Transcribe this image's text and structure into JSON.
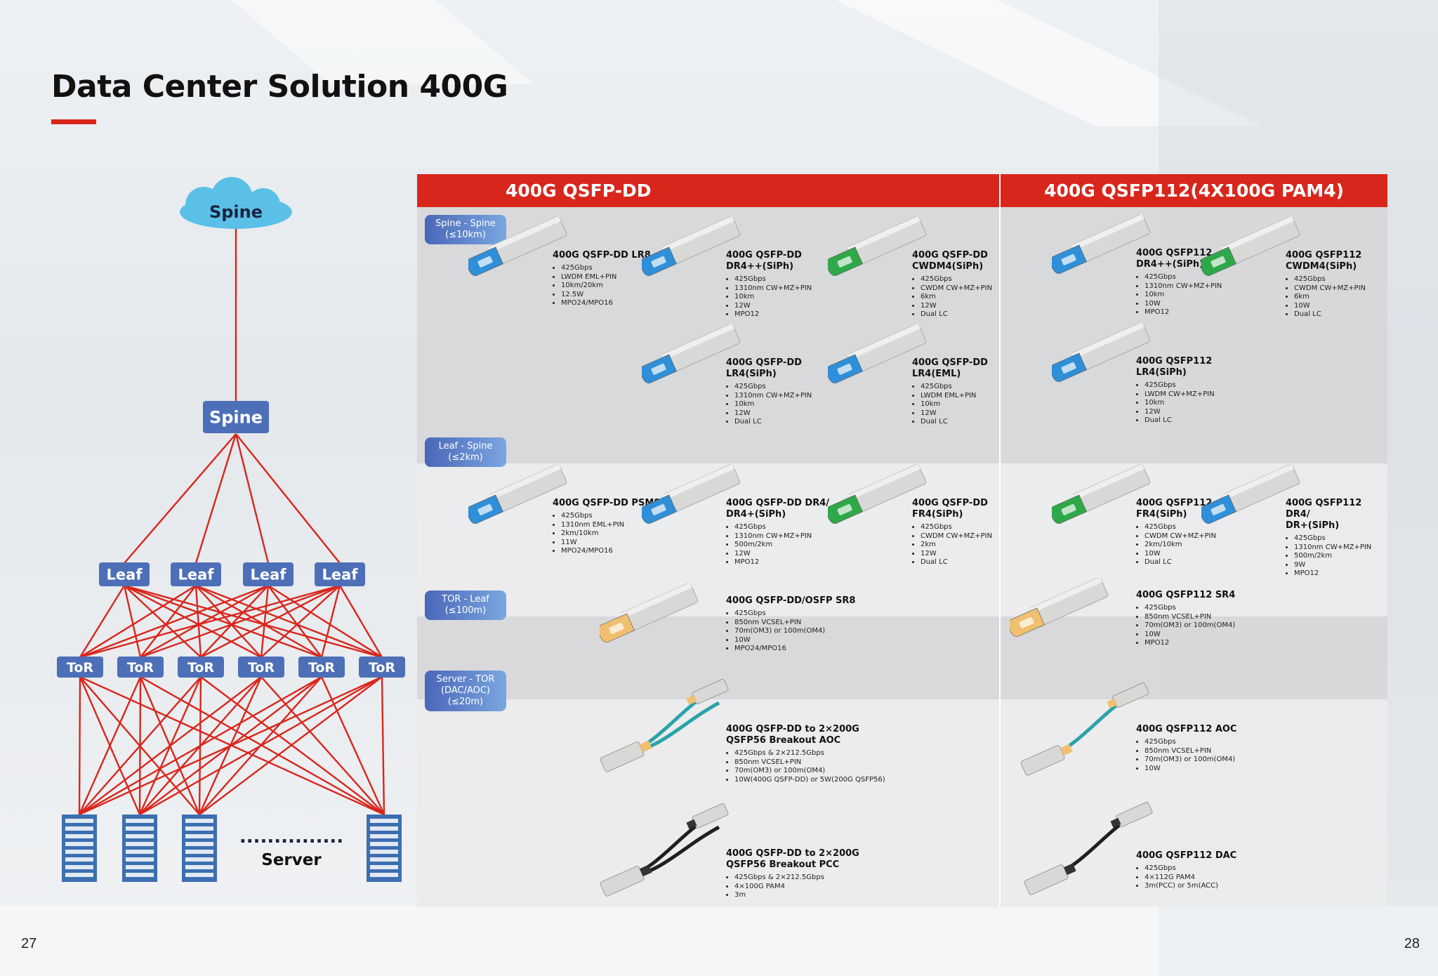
{
  "page": {
    "title": "Data Center Solution 400G",
    "page_left": "27",
    "page_right": "28",
    "colors": {
      "accent": "#d9261c",
      "node": "#4d6fb8",
      "cloud": "#5ac0e8",
      "line": "#d9261c"
    }
  },
  "topology": {
    "cloud_label": "Spine",
    "spine_label": "Spine",
    "leaf_labels": [
      "Leaf",
      "Leaf",
      "Leaf",
      "Leaf"
    ],
    "tor_labels": [
      "ToR",
      "ToR",
      "ToR",
      "ToR",
      "ToR",
      "ToR"
    ],
    "server_label": "Server",
    "dots": "...............",
    "server_icon": "server-rack-icon"
  },
  "columns": {
    "left_header": "400G QSFP-DD",
    "right_header": "400G QSFP112(4X100G PAM4)"
  },
  "sections": [
    {
      "tag": "Spine - Spine\n(≤10km)"
    },
    {
      "tag": "Leaf - Spine\n(≤2km)"
    },
    {
      "tag": "TOR - Leaf\n(≤100m)"
    },
    {
      "tag": "Server - TOR\n(DAC/AOC)\n(≤20m)"
    }
  ],
  "products": [
    {
      "name": "400G QSFP-DD LR8",
      "specs": [
        "425Gbps",
        "LWDM EML+PIN",
        "10km/20km",
        "12.5W",
        "MPO24/MPO16"
      ],
      "tab_color": "#2f8fd8"
    },
    {
      "name": "400G QSFP-DD\nDR4++(SiPh)",
      "specs": [
        "425Gbps",
        "1310nm CW+MZ+PIN",
        "10km",
        "12W",
        "MPO12"
      ],
      "tab_color": "#2f8fd8"
    },
    {
      "name": "400G QSFP-DD\nCWDM4(SiPh)",
      "specs": [
        "425Gbps",
        "CWDM CW+MZ+PIN",
        "6km",
        "12W",
        "Dual LC"
      ],
      "tab_color": "#2fa84a"
    },
    {
      "name": "400G QSFP-DD\nLR4(SiPh)",
      "specs": [
        "425Gbps",
        "1310nm CW+MZ+PIN",
        "10km",
        "12W",
        "Dual LC"
      ],
      "tab_color": "#2f8fd8"
    },
    {
      "name": "400G QSFP-DD\nLR4(EML)",
      "specs": [
        "425Gbps",
        "LWDM EML+PIN",
        "10km",
        "12W",
        "Dual LC"
      ],
      "tab_color": "#2f8fd8"
    },
    {
      "name": "400G QSFP112\nDR4++(SiPh)",
      "specs": [
        "425Gbps",
        "1310nm CW+MZ+PIN",
        "10km",
        "10W",
        "MPO12"
      ],
      "tab_color": "#2f8fd8"
    },
    {
      "name": "400G QSFP112\nCWDM4(SiPh)",
      "specs": [
        "425Gbps",
        "CWDM CW+MZ+PIN",
        "6km",
        "10W",
        "Dual LC"
      ],
      "tab_color": "#2fa84a"
    },
    {
      "name": "400G QSFP112\nLR4(SiPh)",
      "specs": [
        "425Gbps",
        "LWDM CW+MZ+PIN",
        "10km",
        "12W",
        "Dual LC"
      ],
      "tab_color": "#2f8fd8"
    },
    {
      "name": "400G QSFP-DD PSM8",
      "specs": [
        "425Gbps",
        "1310nm EML+PIN",
        "2km/10km",
        "11W",
        "MPO24/MPO16"
      ],
      "tab_color": "#2f8fd8"
    },
    {
      "name": "400G QSFP-DD DR4/\nDR4+(SiPh)",
      "specs": [
        "425Gbps",
        "1310nm CW+MZ+PIN",
        "500m/2km",
        "12W",
        "MPO12"
      ],
      "tab_color": "#2f8fd8"
    },
    {
      "name": "400G QSFP-DD\nFR4(SiPh)",
      "specs": [
        "425Gbps",
        "CWDM CW+MZ+PIN",
        "2km",
        "12W",
        "Dual LC"
      ],
      "tab_color": "#2fa84a"
    },
    {
      "name": "400G QSFP112\nFR4(SiPh)",
      "specs": [
        "425Gbps",
        "CWDM CW+MZ+PIN",
        "2km/10km",
        "10W",
        "Dual LC"
      ],
      "tab_color": "#2fa84a"
    },
    {
      "name": "400G QSFP112 DR4/\nDR+(SiPh)",
      "specs": [
        "425Gbps",
        "1310nm CW+MZ+PIN",
        "500m/2km",
        "9W",
        "MPO12"
      ],
      "tab_color": "#2f8fd8"
    },
    {
      "name": "400G QSFP-DD/OSFP SR8",
      "specs": [
        "425Gbps",
        "850nm VCSEL+PIN",
        "70m(OM3) or 100m(OM4)",
        "10W",
        "MPO24/MPO16"
      ],
      "tab_color": "#f0c070"
    },
    {
      "name": "400G QSFP112 SR4",
      "specs": [
        "425Gbps",
        "850nm VCSEL+PIN",
        "70m(OM3) or 100m(OM4)",
        "10W",
        "MPO12"
      ],
      "tab_color": "#f0c070"
    },
    {
      "name": "400G QSFP-DD to 2×200G\nQSFP56 Breakout AOC",
      "specs": [
        "425Gbps & 2×212.5Gbps",
        "850nm VCSEL+PIN",
        "70m(OM3) or 100m(OM4)",
        "10W(400G QSFP-DD) or 5W(200G QSFP56)"
      ],
      "tab_color": "#f0c070"
    },
    {
      "name": "400G QSFP112 AOC",
      "specs": [
        "425Gbps",
        "850nm VCSEL+PIN",
        "70m(OM3) or 100m(OM4)",
        "10W"
      ],
      "tab_color": "#f0c070"
    },
    {
      "name": "400G QSFP-DD to 2×200G\nQSFP56 Breakout PCC",
      "specs": [
        "425Gbps & 2×212.5Gbps",
        "4×100G PAM4",
        "3m"
      ],
      "tab_color": "#333333"
    },
    {
      "name": "400G QSFP112 DAC",
      "specs": [
        "425Gbps",
        "4×112G PAM4",
        "3m(PCC) or 5m(ACC)"
      ],
      "tab_color": "#333333"
    }
  ]
}
